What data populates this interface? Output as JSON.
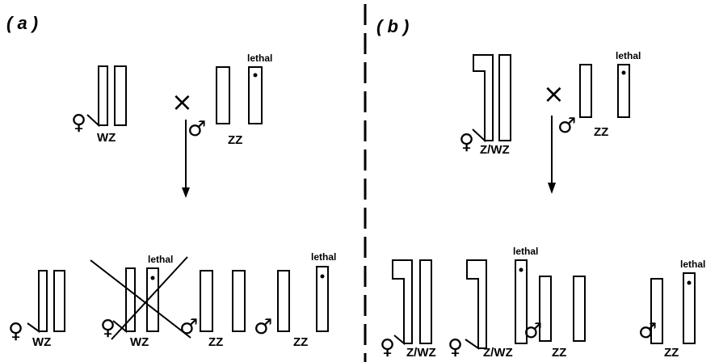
{
  "panels": {
    "a": "( a )",
    "b": "( b )"
  },
  "symbols": {
    "female": "♀",
    "male": "♂",
    "cross": "×"
  },
  "terms": {
    "lethal": "lethal"
  },
  "genotypes": {
    "wz": "WZ",
    "zz": "ZZ",
    "zwz": "Z/WZ"
  }
}
